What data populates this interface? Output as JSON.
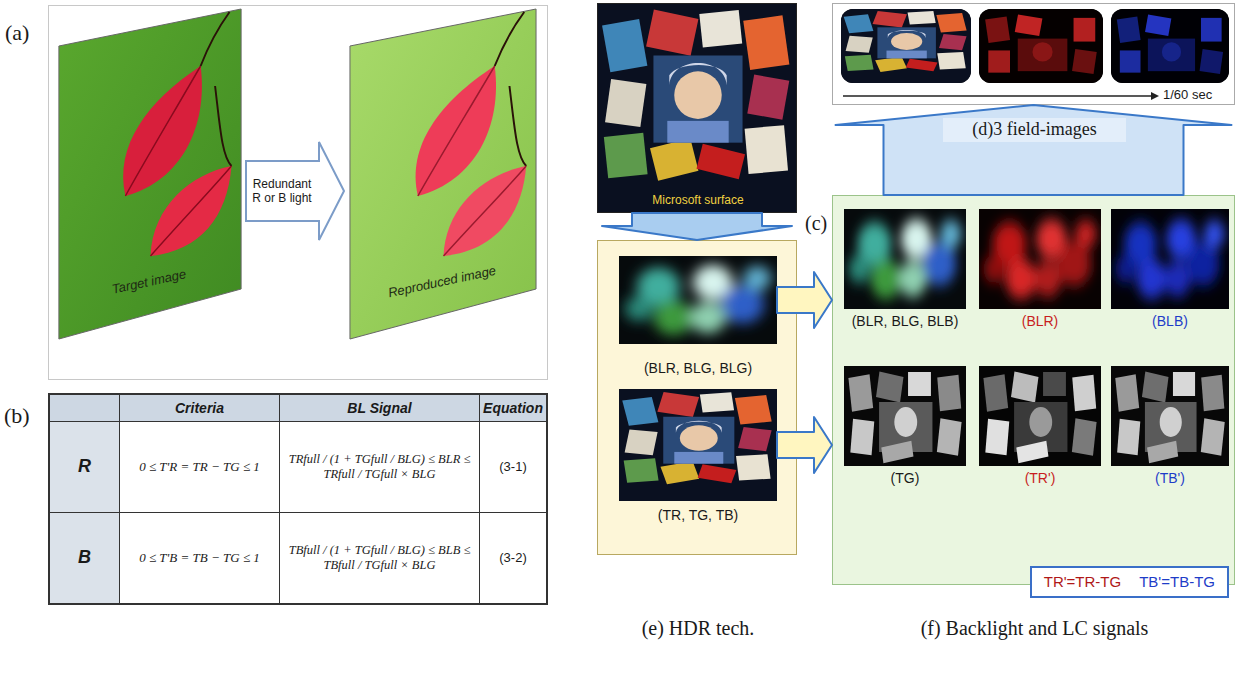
{
  "diagram": {
    "nodes": [
      {
        "text": [
          "(a)"
        ]
      },
      {
        "text": [
          "Target image"
        ],
        "in": 0
      },
      {
        "text": [
          "Redundant R or B light"
        ],
        "in": 0
      },
      {
        "text": [
          "Reproduced image"
        ],
        "in": 0
      },
      {
        "text": [
          "(b)"
        ]
      },
      {
        "text": [
          "Microsoft surface"
        ]
      },
      {
        "text": [
          "(e) HDR tech."
        ]
      },
      {
        "text": [
          "(BLR, BLG, BLG)"
        ],
        "in": 6
      },
      {
        "text": [
          "(TR, TG, TB)"
        ],
        "in": 6
      },
      {
        "text": [
          "(d)3 field-images"
        ]
      },
      {
        "text": [
          "(f) Backlight and LC signals"
        ]
      },
      {
        "text": [
          "(BLR, BLG, BLB)"
        ],
        "in": 10
      },
      {
        "text": [
          "(BLR)"
        ],
        "in": 10
      },
      {
        "text": [
          "(BLB)"
        ],
        "in": 10
      },
      {
        "text": [
          "(TG)"
        ],
        "in": 10
      },
      {
        "text": [
          "(TR')"
        ],
        "in": 10
      },
      {
        "text": [
          "(TB')"
        ],
        "in": 10
      },
      {
        "text": [
          "TR'=TR-TG",
          "TB'=TB-TG"
        ],
        "in": 10
      }
    ],
    "edges": [
      {
        "from": 5,
        "to": 6,
        "arrow": "to"
      },
      {
        "from": 7,
        "to": 10,
        "arrow": "to"
      },
      {
        "from": 8,
        "to": 10,
        "arrow": "to"
      },
      {
        "from": 10,
        "to": 9,
        "arrow": "to"
      }
    ],
    "labels": [
      "(c)",
      "1/60 sec",
      "Criteria",
      "BL Signal",
      "Equation",
      "R",
      "0 ≤ T'R = TR − TG ≤ 1",
      "TRfull / (1 + TGfull / BLG) ≤ BLR ≤ TRfull / TGfull × BLG",
      "(3-1)",
      "B",
      "0 ≤ T'B = TB − TG ≤ 1",
      "TBfull / (1 + TGfull / BLG) ≤ BLB ≤ TBfull / TGfull × BLG",
      "(3-2)"
    ]
  }
}
